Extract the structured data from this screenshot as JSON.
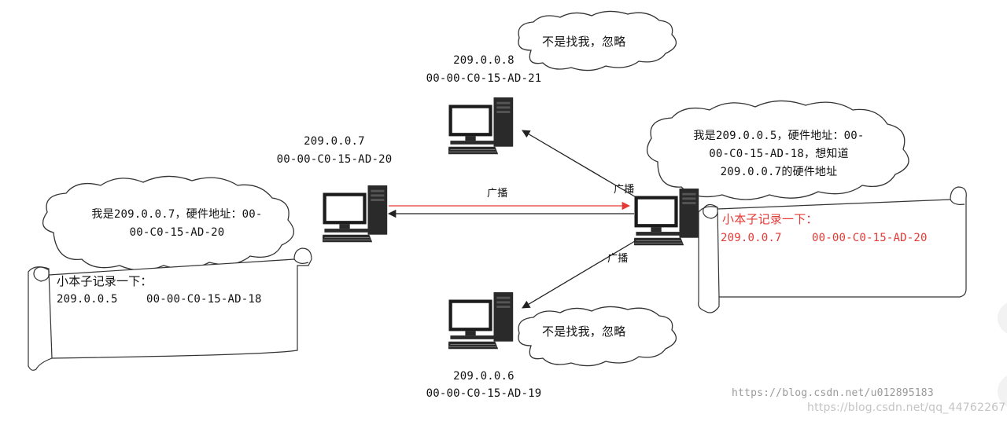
{
  "hosts": {
    "top": {
      "ip": "209.0.0.8",
      "mac": "00-00-C0-15-AD-21",
      "bubble": "不是找我，忽略"
    },
    "left": {
      "ip": "209.0.0.7",
      "mac": "00-00-C0-15-AD-20",
      "bubble": [
        "我是209.0.0.7，硬件地址：00-",
        "00-C0-15-AD-20"
      ]
    },
    "bottom": {
      "ip": "209.0.0.6",
      "mac": "00-00-C0-15-AD-19",
      "bubble": "不是找我，忽略"
    },
    "right": {
      "bubble": [
        "我是209.0.0.5，硬件地址：00-",
        "00-C0-15-AD-18，想知道",
        "209.0.0.7的硬件地址"
      ]
    }
  },
  "edges": {
    "broadcast_label": "广播"
  },
  "notes": {
    "left": {
      "title": "小本子记录一下：",
      "ip": "209.0.0.5",
      "mac": "00-00-C0-15-AD-18"
    },
    "right": {
      "title": "小本子记录一下：",
      "ip": "209.0.0.7",
      "mac": "00-00-C0-15-AD-20"
    }
  },
  "watermarks": {
    "line1": "https://blog.csdn.net/u012895183",
    "line2": "https://blog.csdn.net/qq_44762267"
  }
}
